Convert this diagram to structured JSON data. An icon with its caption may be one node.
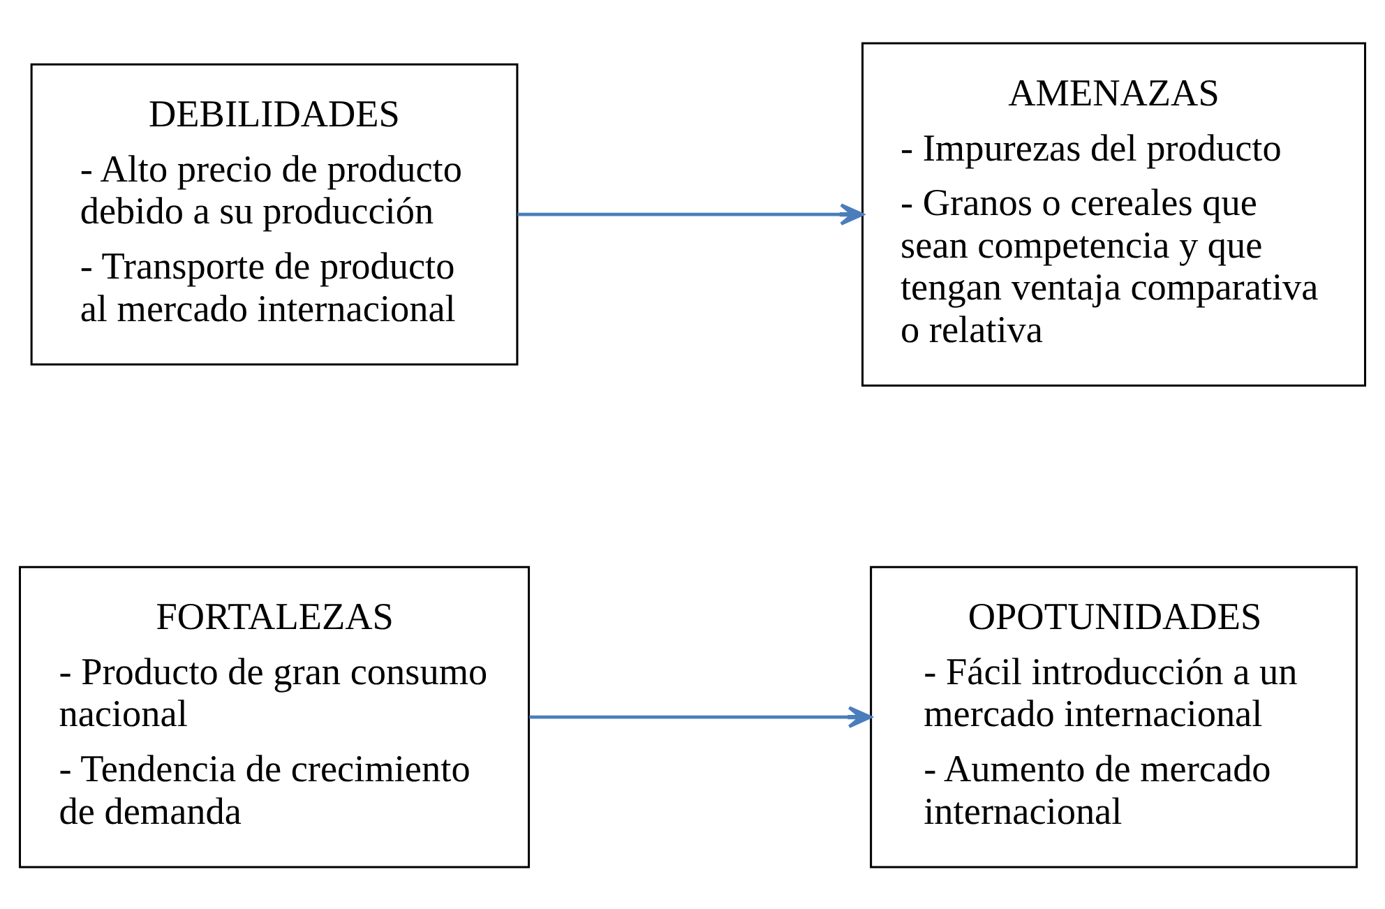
{
  "diagram": {
    "nodes": [
      {
        "text": [
          "FORTALEZAS",
          "- Producto de gran consumo nacional",
          "- Tendencia de crecimiento de demanda"
        ]
      },
      {
        "text": [
          "OPOTUNIDADES",
          "- Fácil introducción a un mercado internacional",
          "- Aumento de mercado internacional"
        ]
      },
      {
        "text": [
          "DEBILIDADES",
          "- Alto precio de producto debido a su producción",
          "- Transporte de producto al mercado internacional"
        ]
      },
      {
        "text": [
          "AMENAZAS",
          "- Impurezas del producto",
          "- Granos o cereales que sean competencia y que tengan ventaja comparativa o relativa"
        ]
      }
    ],
    "edges": [
      {
        "from": 0,
        "to": 1,
        "arrow": "to"
      },
      {
        "from": 2,
        "to": 3,
        "arrow": "to"
      }
    ]
  }
}
